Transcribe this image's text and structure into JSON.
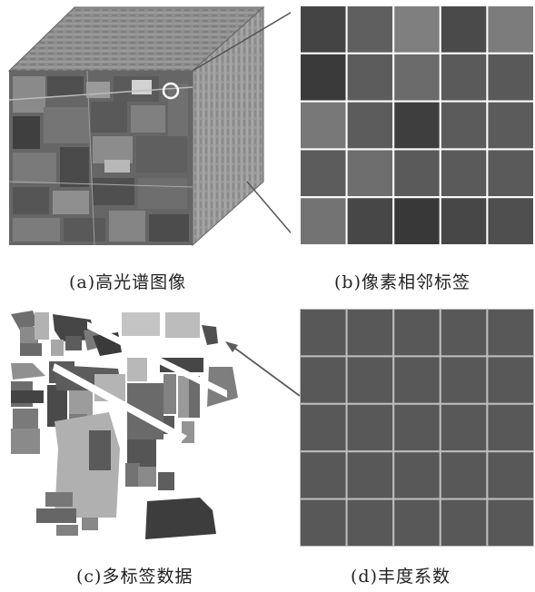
{
  "captions": {
    "a": "(a)高光谱图像",
    "b": "(b)像素相邻标签",
    "c": "(c)多标签数据",
    "d": "(d)丰度系数"
  },
  "grid_b": {
    "rows": 5,
    "cols": 5,
    "cell_colors": [
      [
        "#444444",
        "#5f5f5f",
        "#7f7f7f",
        "#4a4a4a",
        "#7c7c7c"
      ],
      [
        "#3a3a3a",
        "#5c5c5c",
        "#6b6b6b",
        "#5a5a5a",
        "#595959"
      ],
      [
        "#787878",
        "#5c5c5c",
        "#3e3e3e",
        "#5b5b5b",
        "#5b5b5b"
      ],
      [
        "#5c5c5c",
        "#6e6e6e",
        "#5a5a5a",
        "#5a5a5a",
        "#5a5a5a"
      ],
      [
        "#737373",
        "#474747",
        "#383838",
        "#474747",
        "#4e4e4e"
      ]
    ],
    "line_color": "#ffffff"
  },
  "grid_d": {
    "rows": 5,
    "cols": 5,
    "cell_color": "#585858",
    "line_color": "#bdbdbd"
  },
  "colors": {
    "cube_top": "#8f8f8f",
    "cube_side": "#9a9a9a",
    "cube_front": "#6a6a6a",
    "connector": "#555555",
    "arrow": "#5a5a5a",
    "circle": "#ffffff"
  }
}
